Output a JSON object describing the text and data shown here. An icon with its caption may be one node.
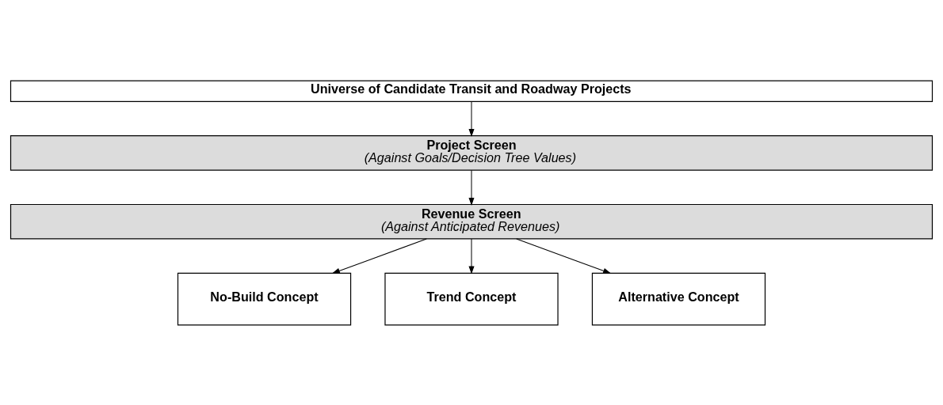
{
  "diagram": {
    "nodes": [
      {
        "text": [
          "Universe of Candidate Transit and Roadway Projects"
        ]
      },
      {
        "text": [
          "Project Screen",
          "(Against Goals/Decision Tree Values)"
        ]
      },
      {
        "text": [
          "Revenue Screen",
          "(Against Anticipated Revenues)"
        ]
      },
      {
        "text": [
          "No-Build Concept"
        ]
      },
      {
        "text": [
          "Trend Concept"
        ]
      },
      {
        "text": [
          "Alternative Concept"
        ]
      }
    ],
    "edges": [
      {
        "from": 0,
        "to": 1,
        "arrow": "to"
      },
      {
        "from": 1,
        "to": 2,
        "arrow": "to"
      },
      {
        "from": 2,
        "to": 3,
        "arrow": "to"
      },
      {
        "from": 2,
        "to": 4,
        "arrow": "to"
      },
      {
        "from": 2,
        "to": 5,
        "arrow": "to"
      }
    ]
  }
}
